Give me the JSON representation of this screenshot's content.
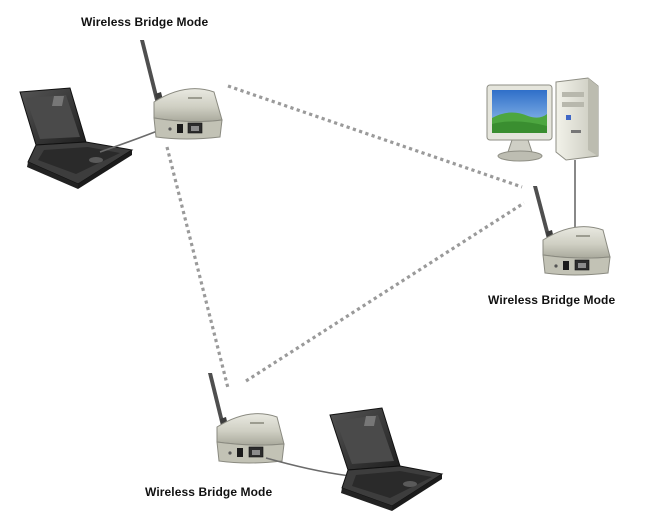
{
  "diagram": {
    "nodes": [
      {
        "id": "bridge-top",
        "label": "Wireless Bridge Mode",
        "attached_device": "laptop-icon"
      },
      {
        "id": "bridge-right",
        "label": "Wireless Bridge Mode",
        "attached_device": "desktop-pc-icon"
      },
      {
        "id": "bridge-bottom",
        "label": "Wireless Bridge Mode",
        "attached_device": "laptop-icon"
      }
    ],
    "links": [
      {
        "from": "bridge-top",
        "to": "bridge-right",
        "style": "dotted"
      },
      {
        "from": "bridge-top",
        "to": "bridge-bottom",
        "style": "dotted"
      },
      {
        "from": "bridge-bottom",
        "to": "bridge-right",
        "style": "dotted"
      }
    ]
  },
  "colors": {
    "link": "#9a9a9a",
    "bridge_body": "#d3d3c7",
    "laptop_body": "#3a3a3a",
    "screen_sky": "#3a7fd0"
  }
}
